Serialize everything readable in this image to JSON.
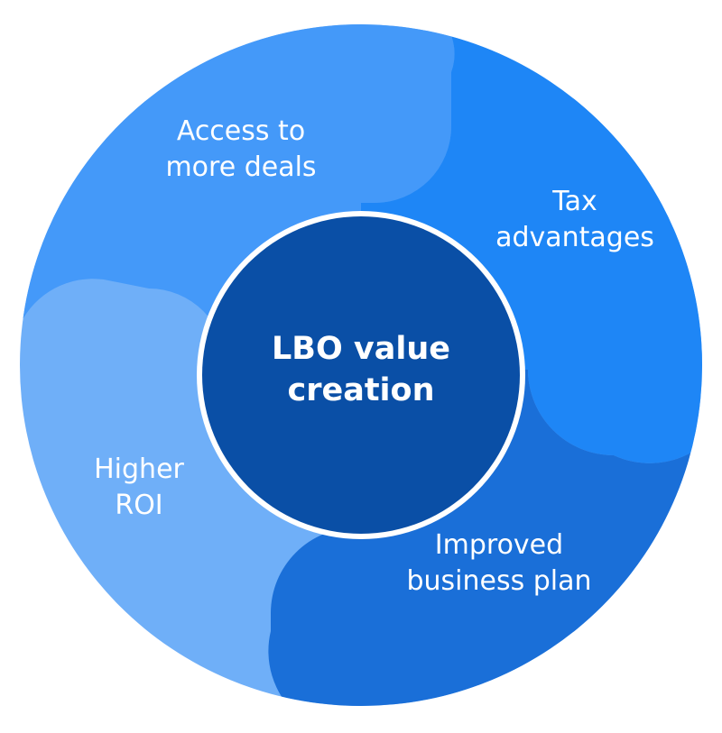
{
  "diagram": {
    "center": {
      "line1": "LBO value",
      "line2": "creation",
      "color": "#0A4FA6"
    },
    "segments": [
      {
        "id": "access",
        "line1": "Access to",
        "line2": "more deals",
        "color": "#4499F9"
      },
      {
        "id": "tax",
        "line1": "Tax",
        "line2": "advantages",
        "color": "#1E86F6"
      },
      {
        "id": "improved",
        "line1": "Improved",
        "line2": "business plan",
        "color": "#1A6FD8"
      },
      {
        "id": "roi",
        "line1": "Higher",
        "line2": "ROI",
        "color": "#6FAFF8"
      }
    ],
    "ring_outline_color": "#ffffff"
  }
}
